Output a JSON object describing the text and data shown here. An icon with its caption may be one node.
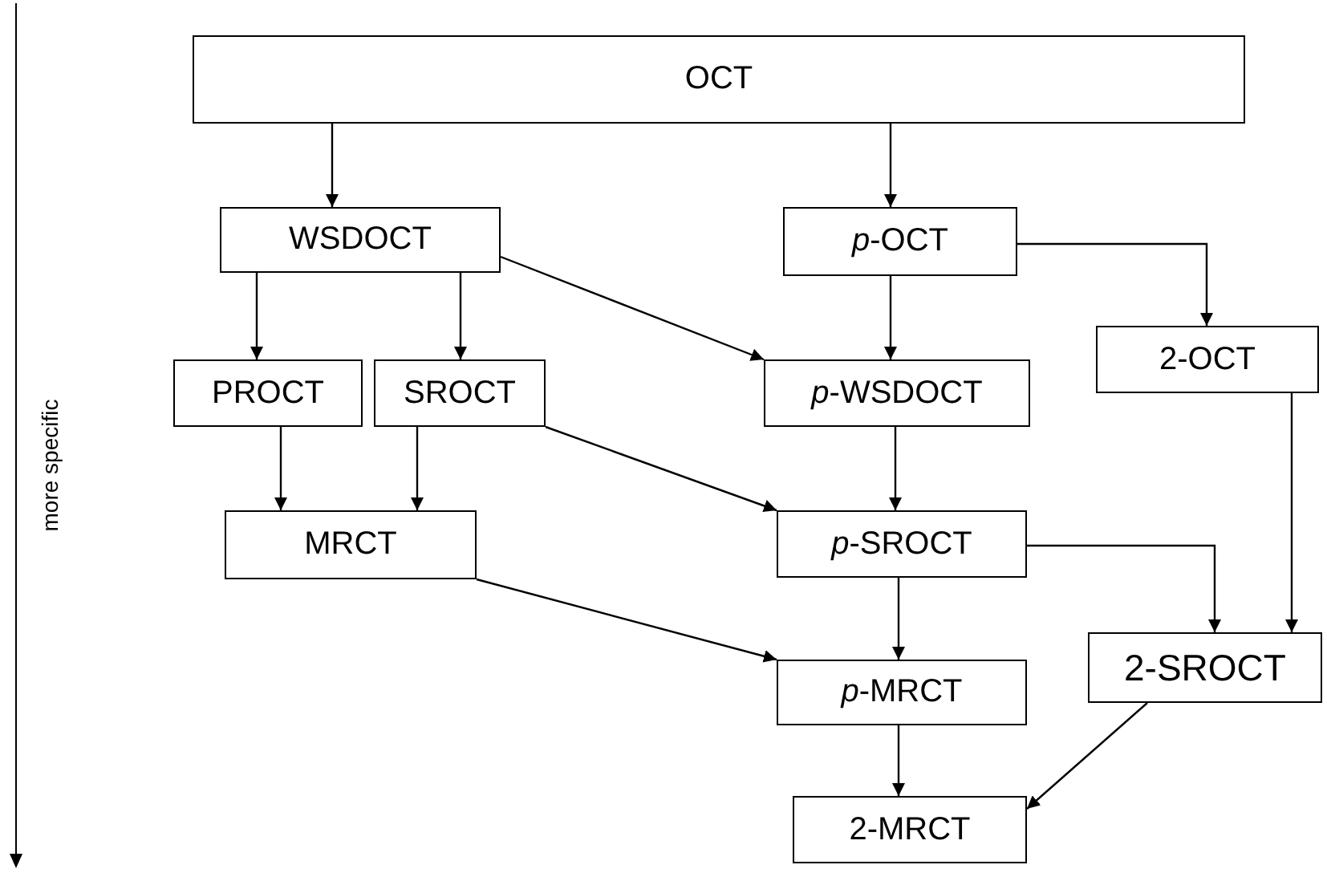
{
  "diagram": {
    "nodes": [
      {
        "text": [
          "OCT"
        ]
      },
      {
        "text": [
          "WSDOCT"
        ]
      },
      {
        "text": [
          "*p*-OCT"
        ]
      },
      {
        "text": [
          "2-OCT"
        ]
      },
      {
        "text": [
          "PROCT"
        ]
      },
      {
        "text": [
          "SROCT"
        ]
      },
      {
        "text": [
          "*p*-WSDOCT"
        ]
      },
      {
        "text": [
          "MRCT"
        ]
      },
      {
        "text": [
          "*p*-SROCT"
        ]
      },
      {
        "text": [
          "2-SROCT"
        ]
      },
      {
        "text": [
          "*p*-MRCT"
        ]
      },
      {
        "text": [
          "2-MRCT"
        ]
      }
    ],
    "edges": [
      {
        "from": 0,
        "to": 1,
        "arrow": "to"
      },
      {
        "from": 0,
        "to": 2,
        "arrow": "to"
      },
      {
        "from": 1,
        "to": 4,
        "arrow": "to"
      },
      {
        "from": 1,
        "to": 5,
        "arrow": "to"
      },
      {
        "from": 1,
        "to": 6,
        "arrow": "to"
      },
      {
        "from": 2,
        "to": 6,
        "arrow": "to"
      },
      {
        "from": 2,
        "to": 3,
        "arrow": "to"
      },
      {
        "from": 4,
        "to": 7,
        "arrow": "to"
      },
      {
        "from": 5,
        "to": 7,
        "arrow": "to"
      },
      {
        "from": 5,
        "to": 8,
        "arrow": "to"
      },
      {
        "from": 6,
        "to": 8,
        "arrow": "to"
      },
      {
        "from": 3,
        "to": 9,
        "arrow": "to"
      },
      {
        "from": 8,
        "to": 9,
        "arrow": "to"
      },
      {
        "from": 7,
        "to": 10,
        "arrow": "to"
      },
      {
        "from": 8,
        "to": 10,
        "arrow": "to"
      },
      {
        "from": 10,
        "to": 11,
        "arrow": "to"
      },
      {
        "from": 9,
        "to": 11,
        "arrow": "to"
      }
    ],
    "labels": [
      "more specific"
    ]
  }
}
